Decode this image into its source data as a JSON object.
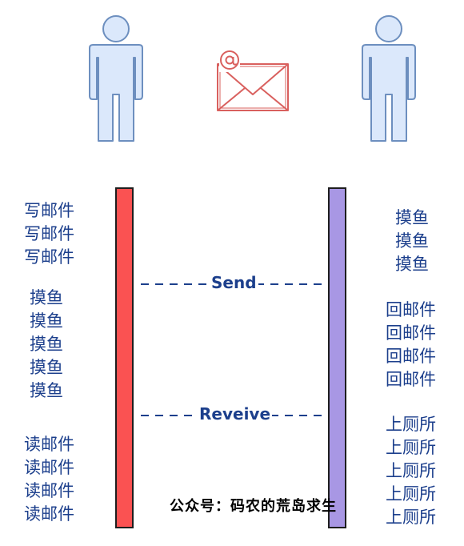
{
  "actors": {
    "left": {
      "icon": "person-icon"
    },
    "right": {
      "icon": "person-icon"
    },
    "center": {
      "icon": "email-envelope-icon"
    }
  },
  "left_column": {
    "group1": [
      "写邮件",
      "写邮件",
      "写邮件"
    ],
    "group2": [
      "摸鱼",
      "摸鱼",
      "摸鱼",
      "摸鱼",
      "摸鱼"
    ],
    "group3": [
      "读邮件",
      "读邮件",
      "读邮件",
      "读邮件"
    ]
  },
  "right_column": {
    "group1": [
      "摸鱼",
      "摸鱼",
      "摸鱼"
    ],
    "group2": [
      "回邮件",
      "回邮件",
      "回邮件",
      "回邮件"
    ],
    "group3": [
      "上厕所",
      "上厕所",
      "上厕所",
      "上厕所",
      "上厕所"
    ]
  },
  "messages": {
    "send": "Send",
    "receive": "Reveive"
  },
  "watermark": "公众号：码农的荒岛求生",
  "colors": {
    "person_fill": "#dbe8fb",
    "person_stroke": "#6d8fbf",
    "envelope_stroke": "#d9605e",
    "left_bar": "#fa5252",
    "right_bar": "#a897e4",
    "text": "#1c3f8c"
  }
}
